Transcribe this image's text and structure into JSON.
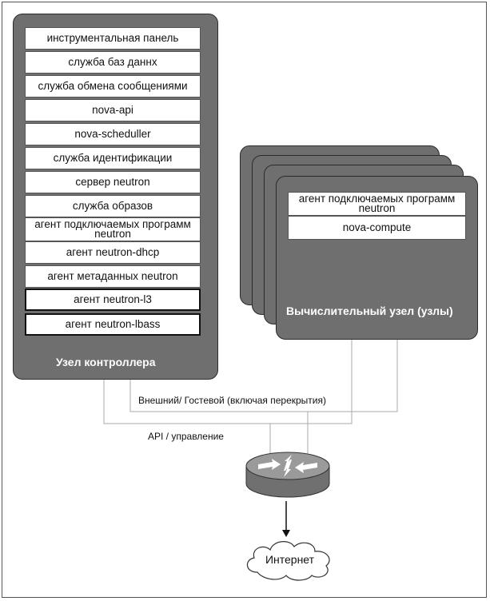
{
  "controller": {
    "title": "Узел контроллера",
    "services": [
      "инструментальная панель",
      "служба баз даннх",
      "служба обмена сообщениями",
      "nova-api",
      "nova-scheduller",
      "служба идентификации",
      "сервер neutron",
      "служба образов",
      "агент подключаемых программ neutron",
      "агент neutron-dhcp",
      "агент метаданных neutron",
      "агент neutron-l3",
      "агент neutron-lbass"
    ]
  },
  "compute": {
    "title": "Вычислительный узел (узлы)",
    "services": [
      "агент подключаемых программ neutron",
      "nova-compute"
    ]
  },
  "networks": {
    "external": "Внешний/ Гостевой (включая перекрытия)",
    "management": "API / управление"
  },
  "internet": "Интернет",
  "colors": {
    "node_fill": "#6f6f6f",
    "node_border": "#2b2b2b",
    "wire": "#aaaaaa",
    "router_body": "#707070",
    "router_top": "#9a9a9a"
  }
}
